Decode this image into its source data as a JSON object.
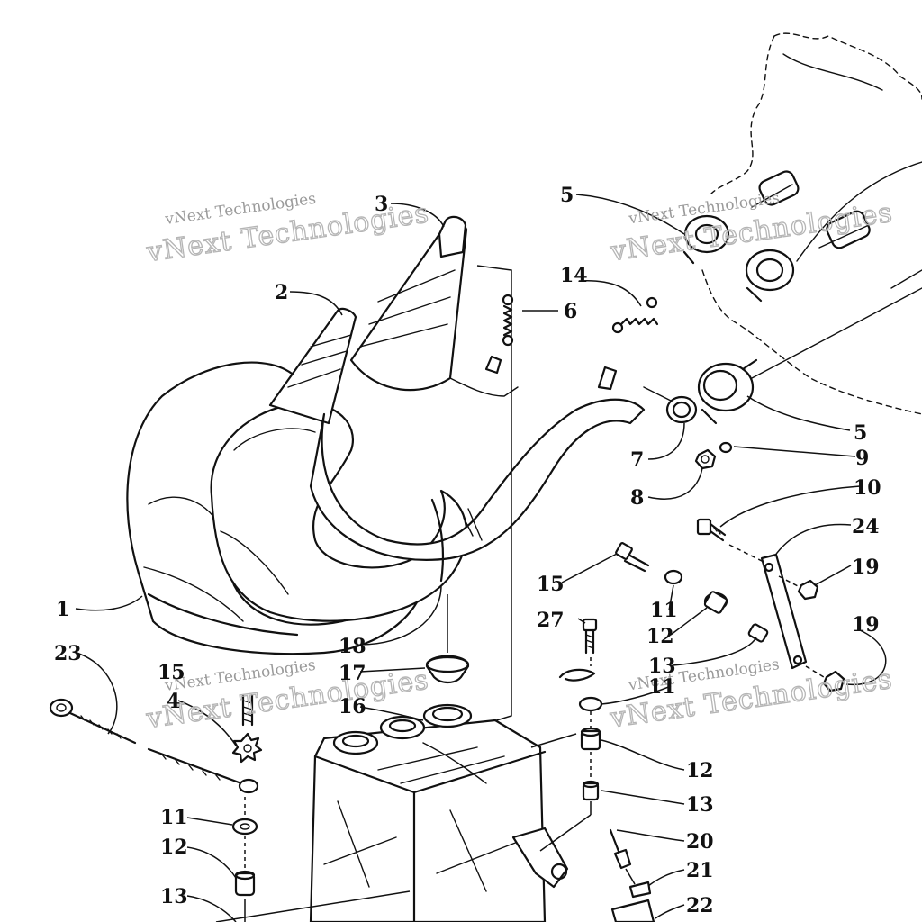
{
  "watermark": {
    "line1": "vNext Technologies",
    "line2": "vNext Technologies"
  },
  "callouts": [
    "1",
    "2",
    "3",
    "4",
    "5",
    "5",
    "6",
    "7",
    "8",
    "9",
    "10",
    "11",
    "11",
    "11",
    "12",
    "12",
    "12",
    "13",
    "13",
    "13",
    "14",
    "15",
    "15",
    "16",
    "17",
    "18",
    "19",
    "19",
    "20",
    "21",
    "22",
    "23",
    "24",
    "27"
  ]
}
